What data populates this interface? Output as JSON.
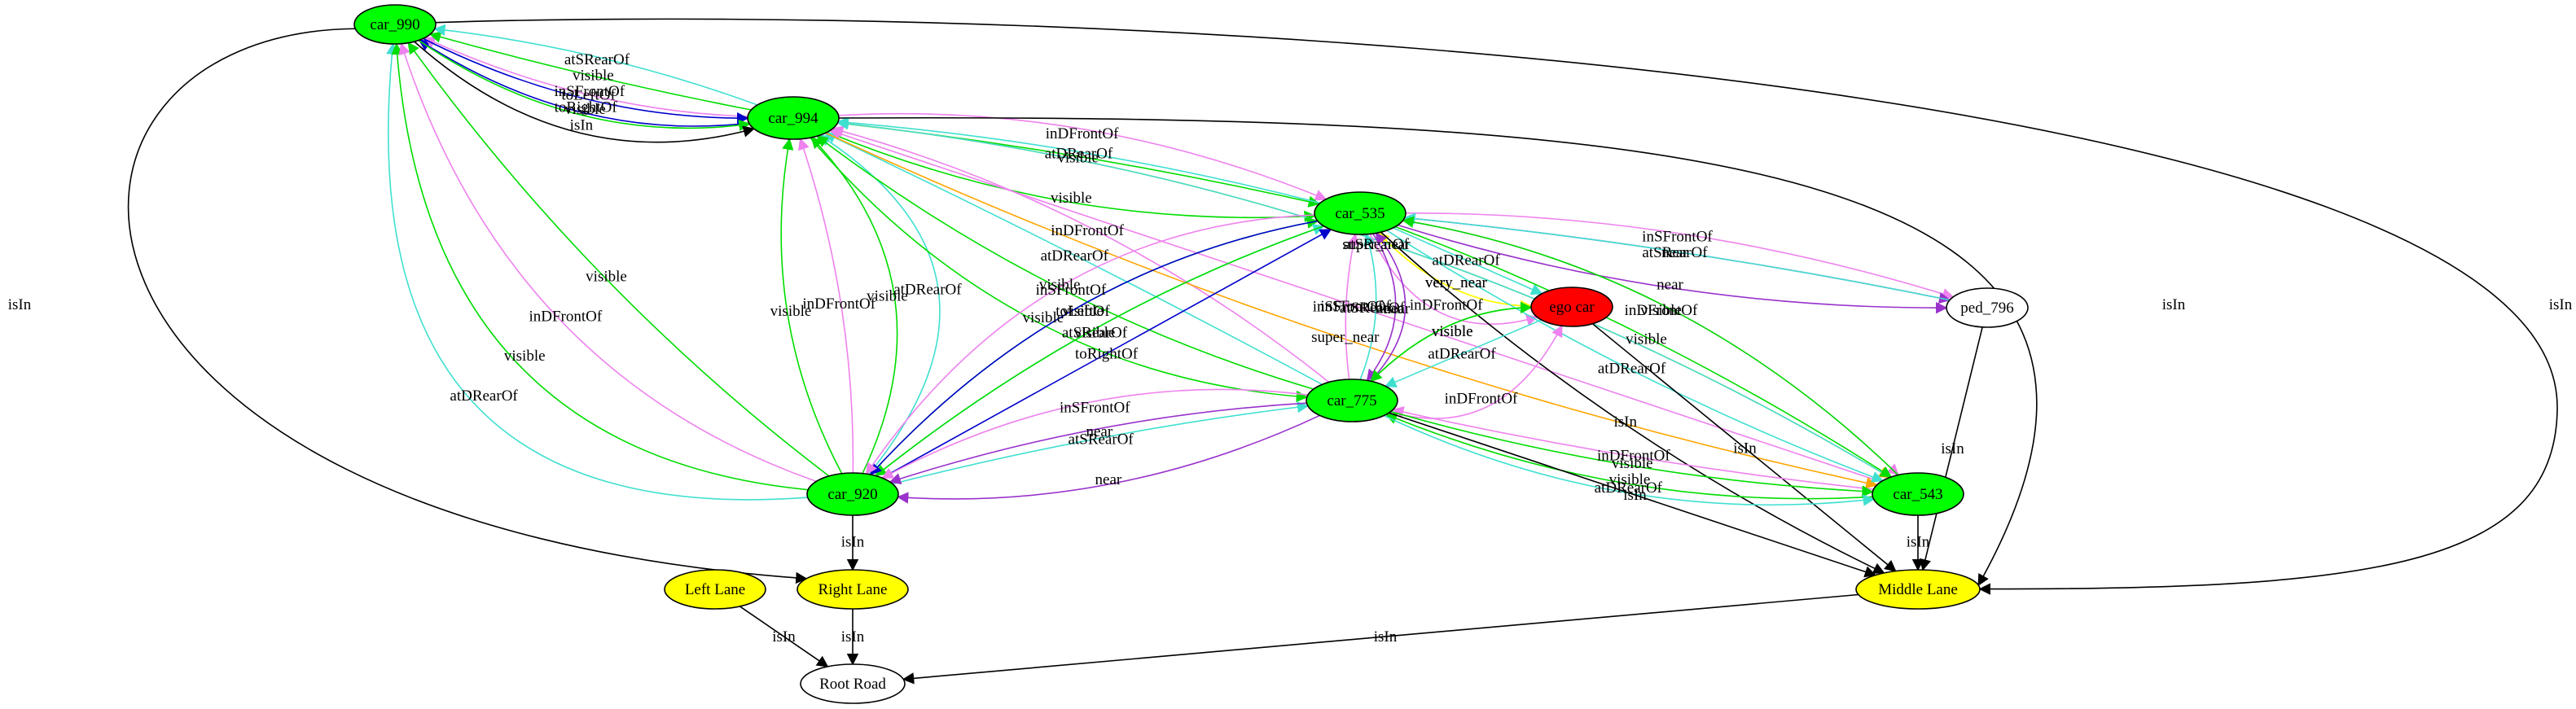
{
  "graph": {
    "nodes": [
      {
        "id": "car_990",
        "label": "car_990",
        "fill": "#00ff00"
      },
      {
        "id": "car_994",
        "label": "car_994",
        "fill": "#00ff00"
      },
      {
        "id": "car_535",
        "label": "car_535",
        "fill": "#00ff00"
      },
      {
        "id": "ego_car",
        "label": "ego car",
        "fill": "#ff0000"
      },
      {
        "id": "ped_796",
        "label": "ped_796",
        "fill": "#ffffff"
      },
      {
        "id": "car_775",
        "label": "car_775",
        "fill": "#00ff00"
      },
      {
        "id": "car_920",
        "label": "car_920",
        "fill": "#00ff00"
      },
      {
        "id": "car_543",
        "label": "car_543",
        "fill": "#00ff00"
      },
      {
        "id": "left_lane",
        "label": "Left Lane",
        "fill": "#ffff00"
      },
      {
        "id": "right_lane",
        "label": "Right Lane",
        "fill": "#ffff00"
      },
      {
        "id": "middle_lane",
        "label": "Middle Lane",
        "fill": "#ffff00"
      },
      {
        "id": "root_road",
        "label": "Root Road",
        "fill": "#ffffff"
      }
    ],
    "edges": [
      {
        "from": "car_994",
        "to": "car_990",
        "label": "toRightOf",
        "color": "#0000cc"
      },
      {
        "from": "car_994",
        "to": "car_990",
        "label": "inSFrontOf",
        "color": "#ee82ee"
      },
      {
        "from": "car_994",
        "to": "car_990",
        "label": "visible",
        "color": "#00dd00"
      },
      {
        "from": "car_994",
        "to": "car_990",
        "label": "atSRearOf",
        "color": "#40e0d0"
      },
      {
        "from": "car_990",
        "to": "car_994",
        "label": "toLeftOf",
        "color": "#0000cc"
      },
      {
        "from": "car_990",
        "to": "car_994",
        "label": "visible",
        "color": "#00dd00"
      },
      {
        "from": "car_990",
        "to": "car_994",
        "label": "isIn",
        "color": "#000000"
      },
      {
        "from": "car_990",
        "to": "right_lane",
        "label": "isIn",
        "color": "#000000"
      },
      {
        "from": "car_920",
        "to": "car_990",
        "label": "atDRearOf",
        "color": "#40e0d0"
      },
      {
        "from": "car_920",
        "to": "car_990",
        "label": "visible",
        "color": "#00dd00"
      },
      {
        "from": "car_920",
        "to": "car_990",
        "label": "inDFrontOf",
        "color": "#ee82ee"
      },
      {
        "from": "car_920",
        "to": "car_990",
        "label": "visible",
        "color": "#00dd00"
      },
      {
        "from": "car_920",
        "to": "car_994",
        "label": "visible",
        "color": "#00dd00"
      },
      {
        "from": "car_920",
        "to": "car_994",
        "label": "inDFrontOf",
        "color": "#ee82ee"
      },
      {
        "from": "car_920",
        "to": "car_994",
        "label": "visible",
        "color": "#00dd00"
      },
      {
        "from": "car_920",
        "to": "car_994",
        "label": "atDRearOf",
        "color": "#40e0d0"
      },
      {
        "from": "car_994",
        "to": "car_535",
        "label": "inDFrontOf",
        "color": "#ee82ee"
      },
      {
        "from": "car_994",
        "to": "car_535",
        "label": "visible",
        "color": "#00dd00"
      },
      {
        "from": "car_535",
        "to": "car_994",
        "label": "atDRearOf",
        "color": "#40e0d0"
      },
      {
        "from": "car_994",
        "to": "car_535",
        "label": "visible",
        "color": "#00dd00"
      },
      {
        "from": "car_775",
        "to": "car_994",
        "label": "visible",
        "color": "#00dd00"
      },
      {
        "from": "car_775",
        "to": "car_994",
        "label": "atDRearOf",
        "color": "#40e0d0"
      },
      {
        "from": "car_775",
        "to": "car_994",
        "label": "inDFrontOf",
        "color": "#ee82ee"
      },
      {
        "from": "car_994",
        "to": "car_775",
        "label": "visible",
        "color": "#00dd00"
      },
      {
        "from": "car_994",
        "to": "car_543",
        "label": "super_near",
        "color": "#ffa500"
      },
      {
        "from": "car_994",
        "to": "middle_lane",
        "label": "isIn",
        "color": "#000000"
      },
      {
        "from": "car_543",
        "to": "car_994",
        "label": "inSFrontOf",
        "color": "#ee82ee"
      },
      {
        "from": "car_994",
        "to": "car_543",
        "label": "super_near",
        "color": "#ffa500"
      },
      {
        "from": "car_543",
        "to": "car_994",
        "label": "atSRearOf",
        "color": "#40e0d0"
      },
      {
        "from": "car_990",
        "to": "middle_lane",
        "label": "isIn",
        "color": "#000000"
      },
      {
        "from": "ego_car",
        "to": "car_535",
        "label": "very_near",
        "color": "#ffff00"
      },
      {
        "from": "car_535",
        "to": "ego_car",
        "label": "atDRearOf",
        "color": "#40e0d0"
      },
      {
        "from": "car_535",
        "to": "ego_car",
        "label": "very_near",
        "color": "#ffff00"
      },
      {
        "from": "car_535",
        "to": "ego_car",
        "label": "inDFrontOf",
        "color": "#ee82ee"
      },
      {
        "from": "car_535",
        "to": "ped_796",
        "label": "inSFrontOf",
        "color": "#ee82ee"
      },
      {
        "from": "car_535",
        "to": "ped_796",
        "label": "near",
        "color": "#9932cc"
      },
      {
        "from": "ped_796",
        "to": "car_535",
        "label": "atSRearOf",
        "color": "#40e0d0"
      },
      {
        "from": "car_535",
        "to": "ped_796",
        "label": "near",
        "color": "#9932cc"
      },
      {
        "from": "car_535",
        "to": "car_543",
        "label": "inDFrontOf",
        "color": "#ee82ee"
      },
      {
        "from": "car_535",
        "to": "car_543",
        "label": "visible",
        "color": "#00dd00"
      },
      {
        "from": "car_535",
        "to": "car_543",
        "label": "atDRearOf",
        "color": "#40e0d0"
      },
      {
        "from": "car_543",
        "to": "car_535",
        "label": "visible",
        "color": "#00dd00"
      },
      {
        "from": "car_535",
        "to": "middle_lane",
        "label": "isIn",
        "color": "#000000"
      },
      {
        "from": "ped_796",
        "to": "middle_lane",
        "label": "isIn",
        "color": "#000000"
      },
      {
        "from": "car_920",
        "to": "car_535",
        "label": "visible",
        "color": "#00dd00"
      },
      {
        "from": "car_920",
        "to": "car_535",
        "label": "atSRearOf",
        "color": "#40e0d0"
      },
      {
        "from": "car_920",
        "to": "car_535",
        "label": "toRightOf",
        "color": "#0000cc"
      },
      {
        "from": "car_535",
        "to": "car_920",
        "label": "visible",
        "color": "#00dd00"
      },
      {
        "from": "car_535",
        "to": "car_920",
        "label": "toLeftOf",
        "color": "#0000cc"
      },
      {
        "from": "car_535",
        "to": "car_920",
        "label": "inSFrontOf",
        "color": "#ee82ee"
      },
      {
        "from": "car_535",
        "to": "car_775",
        "label": "near",
        "color": "#9932cc"
      },
      {
        "from": "car_775",
        "to": "car_535",
        "label": "inSFrontOf",
        "color": "#ee82ee"
      },
      {
        "from": "car_775",
        "to": "car_535",
        "label": "atSRearOf",
        "color": "#40e0d0"
      },
      {
        "from": "car_775",
        "to": "car_535",
        "label": "near",
        "color": "#9932cc"
      },
      {
        "from": "car_775",
        "to": "ego_car",
        "label": "visible",
        "color": "#00dd00"
      },
      {
        "from": "ego_car",
        "to": "car_775",
        "label": "atDRearOf",
        "color": "#40e0d0"
      },
      {
        "from": "ego_car",
        "to": "car_775",
        "label": "visible",
        "color": "#00dd00"
      },
      {
        "from": "car_775",
        "to": "ego_car",
        "label": "inDFrontOf",
        "color": "#ee82ee"
      },
      {
        "from": "ego_car",
        "to": "middle_lane",
        "label": "isIn",
        "color": "#000000"
      },
      {
        "from": "car_775",
        "to": "car_920",
        "label": "near",
        "color": "#9932cc"
      },
      {
        "from": "car_920",
        "to": "car_775",
        "label": "atSRearOf",
        "color": "#40e0d0"
      },
      {
        "from": "car_775",
        "to": "car_920",
        "label": "near",
        "color": "#9932cc"
      },
      {
        "from": "car_775",
        "to": "car_920",
        "label": "inSFrontOf",
        "color": "#ee82ee"
      },
      {
        "from": "car_543",
        "to": "car_775",
        "label": "visible",
        "color": "#00dd00"
      },
      {
        "from": "car_543",
        "to": "car_775",
        "label": "inDFrontOf",
        "color": "#ee82ee"
      },
      {
        "from": "car_775",
        "to": "car_543",
        "label": "visible",
        "color": "#00dd00"
      },
      {
        "from": "car_775",
        "to": "car_543",
        "label": "atDRearOf",
        "color": "#40e0d0"
      },
      {
        "from": "car_775",
        "to": "middle_lane",
        "label": "isIn",
        "color": "#000000"
      },
      {
        "from": "car_920",
        "to": "right_lane",
        "label": "isIn",
        "color": "#000000"
      },
      {
        "from": "car_543",
        "to": "middle_lane",
        "label": "isIn",
        "color": "#000000"
      },
      {
        "from": "left_lane",
        "to": "root_road",
        "label": "isIn",
        "color": "#000000"
      },
      {
        "from": "right_lane",
        "to": "root_road",
        "label": "isIn",
        "color": "#000000"
      },
      {
        "from": "middle_lane",
        "to": "root_road",
        "label": "isIn",
        "color": "#000000"
      }
    ]
  }
}
